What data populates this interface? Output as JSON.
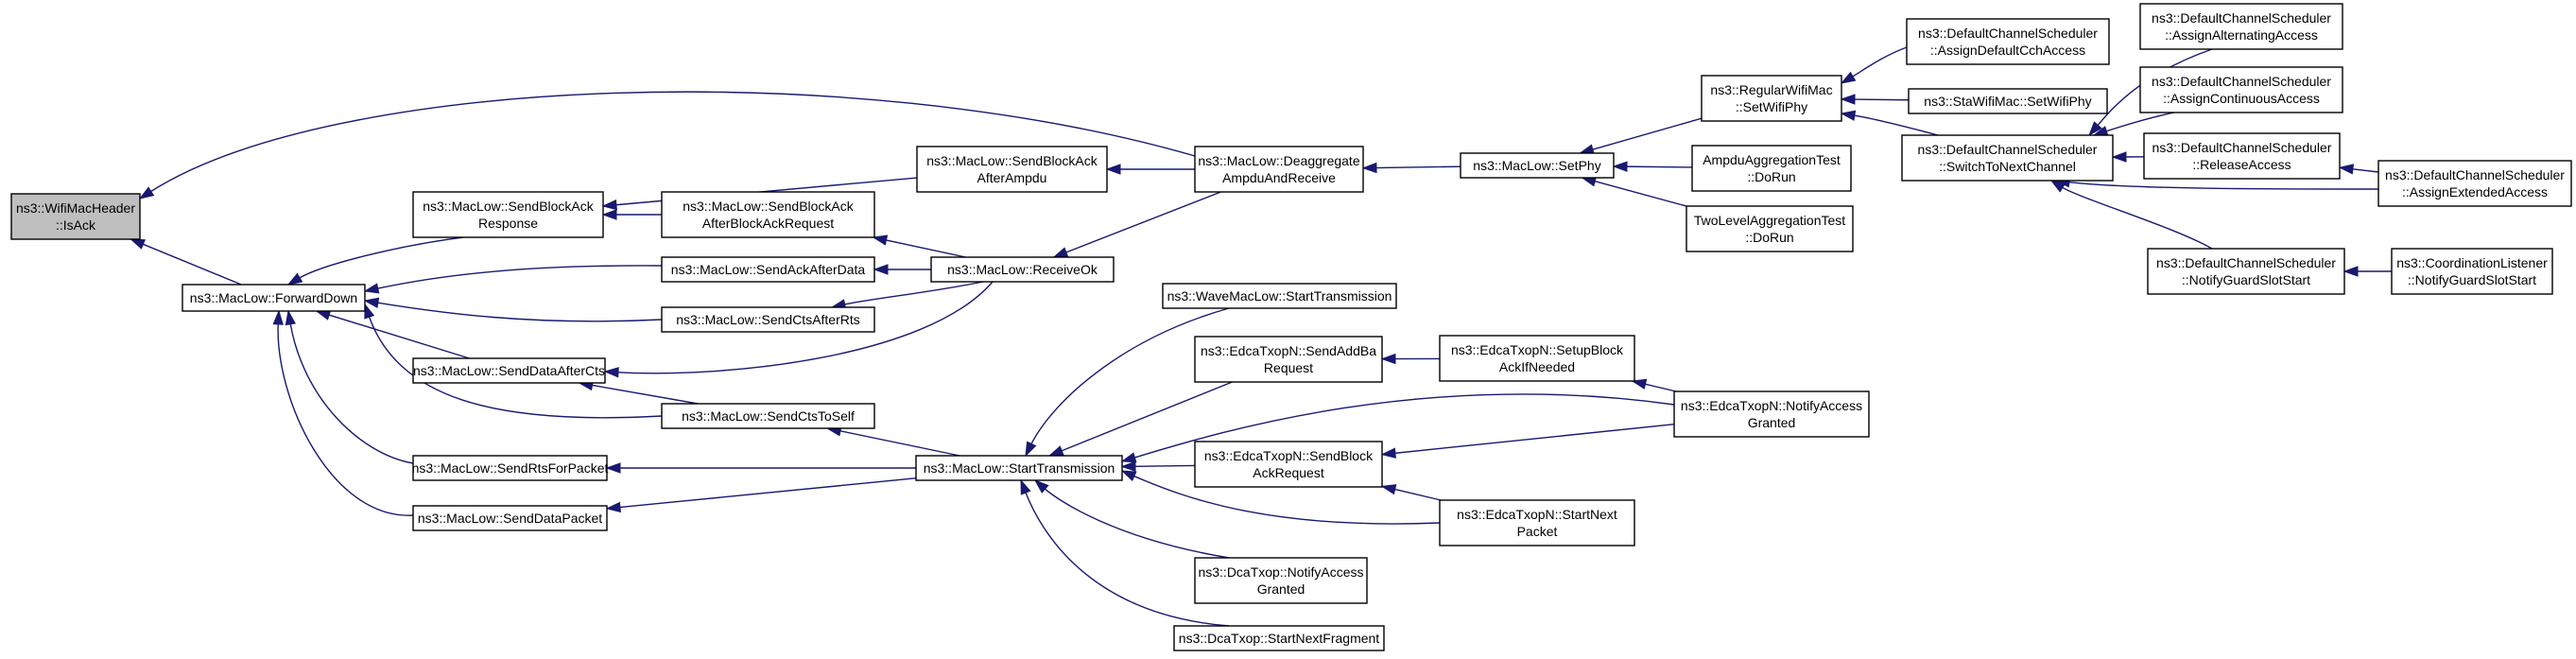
{
  "colors": {
    "edge": "#191970",
    "root_fill": "#bfbfbf",
    "node_fill": "#ffffff",
    "node_border": "#000000"
  },
  "nodes": [
    {
      "id": "isack",
      "lines": [
        "ns3::WifiMacHeader",
        "::IsAck"
      ],
      "root": true
    },
    {
      "id": "forwarddown",
      "lines": [
        "ns3::MacLow::ForwardDown"
      ]
    },
    {
      "id": "sendblockackresponse",
      "lines": [
        "ns3::MacLow::SendBlockAck",
        "Response"
      ]
    },
    {
      "id": "sendackafterdata",
      "lines": [
        "ns3::MacLow::SendAckAfterData"
      ]
    },
    {
      "id": "sendctsafterrts",
      "lines": [
        "ns3::MacLow::SendCtsAfterRts"
      ]
    },
    {
      "id": "senddataaftercts",
      "lines": [
        "ns3::MacLow::SendDataAfterCts"
      ]
    },
    {
      "id": "sendctstoself",
      "lines": [
        "ns3::MacLow::SendCtsToSelf"
      ]
    },
    {
      "id": "sendrtsforpacket",
      "lines": [
        "ns3::MacLow::SendRtsForPacket"
      ]
    },
    {
      "id": "senddatapacket",
      "lines": [
        "ns3::MacLow::SendDataPacket"
      ]
    },
    {
      "id": "sendblockackafterreq",
      "lines": [
        "ns3::MacLow::SendBlockAck",
        "AfterBlockAckRequest"
      ]
    },
    {
      "id": "sendblockackafterampdu",
      "lines": [
        "ns3::MacLow::SendBlockAck",
        "AfterAmpdu"
      ]
    },
    {
      "id": "receiveok",
      "lines": [
        "ns3::MacLow::ReceiveOk"
      ]
    },
    {
      "id": "starttransmission",
      "lines": [
        "ns3::MacLow::StartTransmission"
      ]
    },
    {
      "id": "deaggregate",
      "lines": [
        "ns3::MacLow::Deaggregate",
        "AmpduAndReceive"
      ]
    },
    {
      "id": "wavemaclow",
      "lines": [
        "ns3::WaveMacLow::StartTransmission"
      ]
    },
    {
      "id": "sendaddba",
      "lines": [
        "ns3::EdcaTxopN::SendAddBa",
        "Request"
      ]
    },
    {
      "id": "sendblockackrequest",
      "lines": [
        "ns3::EdcaTxopN::SendBlock",
        "AckRequest"
      ]
    },
    {
      "id": "dcanotify",
      "lines": [
        "ns3::DcaTxop::NotifyAccess",
        "Granted"
      ]
    },
    {
      "id": "dcastartnextfrag",
      "lines": [
        "ns3::DcaTxop::StartNextFragment"
      ]
    },
    {
      "id": "setphy",
      "lines": [
        "ns3::MacLow::SetPhy"
      ]
    },
    {
      "id": "setupblockack",
      "lines": [
        "ns3::EdcaTxopN::SetupBlock",
        "AckIfNeeded"
      ]
    },
    {
      "id": "edcanotify",
      "lines": [
        "ns3::EdcaTxopN::NotifyAccess",
        "Granted"
      ]
    },
    {
      "id": "edcastartnext",
      "lines": [
        "ns3::EdcaTxopN::StartNext",
        "Packet"
      ]
    },
    {
      "id": "regularsetwifiphy",
      "lines": [
        "ns3::RegularWifiMac",
        "::SetWifiPhy"
      ]
    },
    {
      "id": "ampdutest",
      "lines": [
        "AmpduAggregationTest",
        "::DoRun"
      ]
    },
    {
      "id": "twoleveltest",
      "lines": [
        "TwoLevelAggregationTest",
        "::DoRun"
      ]
    },
    {
      "id": "assigndefaultcch",
      "lines": [
        "ns3::DefaultChannelScheduler",
        "::AssignDefaultCchAccess"
      ]
    },
    {
      "id": "stasetwifiphy",
      "lines": [
        "ns3::StaWifiMac::SetWifiPhy"
      ]
    },
    {
      "id": "switchtonext",
      "lines": [
        "ns3::DefaultChannelScheduler",
        "::SwitchToNextChannel"
      ]
    },
    {
      "id": "notifyguard",
      "lines": [
        "ns3::DefaultChannelScheduler",
        "::NotifyGuardSlotStart"
      ]
    },
    {
      "id": "assignalternating",
      "lines": [
        "ns3::DefaultChannelScheduler",
        "::AssignAlternatingAccess"
      ]
    },
    {
      "id": "assigncontinuous",
      "lines": [
        "ns3::DefaultChannelScheduler",
        "::AssignContinuousAccess"
      ]
    },
    {
      "id": "releaseaccess",
      "lines": [
        "ns3::DefaultChannelScheduler",
        "::ReleaseAccess"
      ]
    },
    {
      "id": "assignextended",
      "lines": [
        "ns3::DefaultChannelScheduler",
        "::AssignExtendedAccess"
      ]
    },
    {
      "id": "coordlistener",
      "lines": [
        "ns3::CoordinationListener",
        "::NotifyGuardSlotStart"
      ]
    }
  ],
  "edges": [
    {
      "from": "forwarddown",
      "to": "isack"
    },
    {
      "from": "deaggregate",
      "to": "isack"
    },
    {
      "from": "sendblockackresponse",
      "to": "forwarddown"
    },
    {
      "from": "sendackafterdata",
      "to": "forwarddown"
    },
    {
      "from": "sendctsafterrts",
      "to": "forwarddown"
    },
    {
      "from": "senddataaftercts",
      "to": "forwarddown"
    },
    {
      "from": "sendctstoself",
      "to": "forwarddown"
    },
    {
      "from": "sendrtsforpacket",
      "to": "forwarddown"
    },
    {
      "from": "senddatapacket",
      "to": "forwarddown"
    },
    {
      "from": "sendblockackafterreq",
      "to": "sendblockackresponse"
    },
    {
      "from": "sendblockackafterampdu",
      "to": "sendblockackresponse"
    },
    {
      "from": "receiveok",
      "to": "sendackafterdata"
    },
    {
      "from": "receiveok",
      "to": "sendctsafterrts"
    },
    {
      "from": "receiveok",
      "to": "senddataaftercts"
    },
    {
      "from": "receiveok",
      "to": "sendblockackafterreq"
    },
    {
      "from": "sendctstoself",
      "to": "senddataaftercts"
    },
    {
      "from": "starttransmission",
      "to": "sendctstoself"
    },
    {
      "from": "starttransmission",
      "to": "sendrtsforpacket"
    },
    {
      "from": "starttransmission",
      "to": "senddatapacket"
    },
    {
      "from": "deaggregate",
      "to": "sendblockackafterampdu"
    },
    {
      "from": "deaggregate",
      "to": "receiveok"
    },
    {
      "from": "setphy",
      "to": "deaggregate"
    },
    {
      "from": "wavemaclow",
      "to": "starttransmission"
    },
    {
      "from": "sendaddba",
      "to": "starttransmission"
    },
    {
      "from": "sendblockackrequest",
      "to": "starttransmission"
    },
    {
      "from": "dcanotify",
      "to": "starttransmission"
    },
    {
      "from": "dcastartnextfrag",
      "to": "starttransmission"
    },
    {
      "from": "edcanotify",
      "to": "starttransmission"
    },
    {
      "from": "edcastartnext",
      "to": "starttransmission"
    },
    {
      "from": "setupblockack",
      "to": "sendaddba"
    },
    {
      "from": "edcanotify",
      "to": "sendblockackrequest"
    },
    {
      "from": "edcastartnext",
      "to": "sendblockackrequest"
    },
    {
      "from": "edcanotify",
      "to": "setupblockack"
    },
    {
      "from": "regularsetwifiphy",
      "to": "setphy"
    },
    {
      "from": "ampdutest",
      "to": "setphy"
    },
    {
      "from": "twoleveltest",
      "to": "setphy"
    },
    {
      "from": "assigndefaultcch",
      "to": "regularsetwifiphy"
    },
    {
      "from": "stasetwifiphy",
      "to": "regularsetwifiphy"
    },
    {
      "from": "switchtonext",
      "to": "regularsetwifiphy"
    },
    {
      "from": "assignalternating",
      "to": "switchtonext"
    },
    {
      "from": "assigncontinuous",
      "to": "switchtonext"
    },
    {
      "from": "releaseaccess",
      "to": "switchtonext"
    },
    {
      "from": "assignextended",
      "to": "switchtonext"
    },
    {
      "from": "notifyguard",
      "to": "switchtonext"
    },
    {
      "from": "assignextended",
      "to": "releaseaccess"
    },
    {
      "from": "coordlistener",
      "to": "notifyguard"
    }
  ]
}
